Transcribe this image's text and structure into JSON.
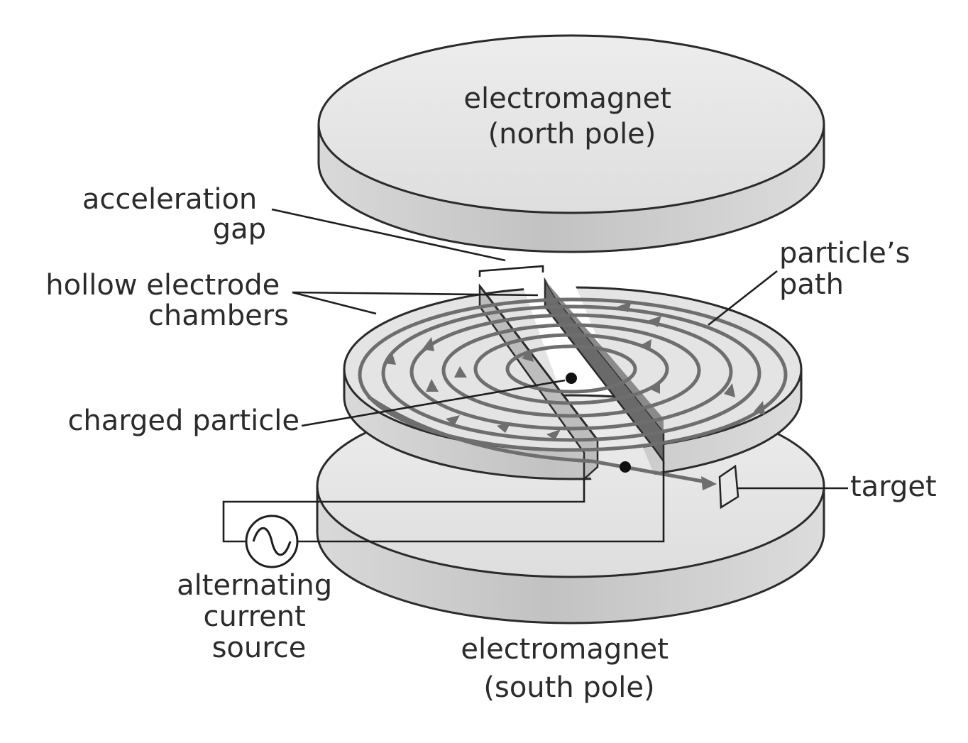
{
  "labels": {
    "top_magnet": [
      "electromagnet",
      "(north pole)"
    ],
    "bottom_magnet": [
      "electromagnet",
      "(south pole)"
    ],
    "acceleration_gap": [
      "acceleration",
      "gap"
    ],
    "electrode_chambers": [
      "hollow electrode",
      "chambers"
    ],
    "particles_path": [
      "particle’s",
      "path"
    ],
    "charged_particle": [
      "charged particle"
    ],
    "target": [
      "target"
    ],
    "ac_source": [
      "alternating",
      "current",
      "source"
    ]
  },
  "colors": {
    "disc_face": "#e6e6e6",
    "disc_side": "#c4c4c4",
    "path": "#6e6e6e",
    "outline": "#2a2a2a"
  }
}
